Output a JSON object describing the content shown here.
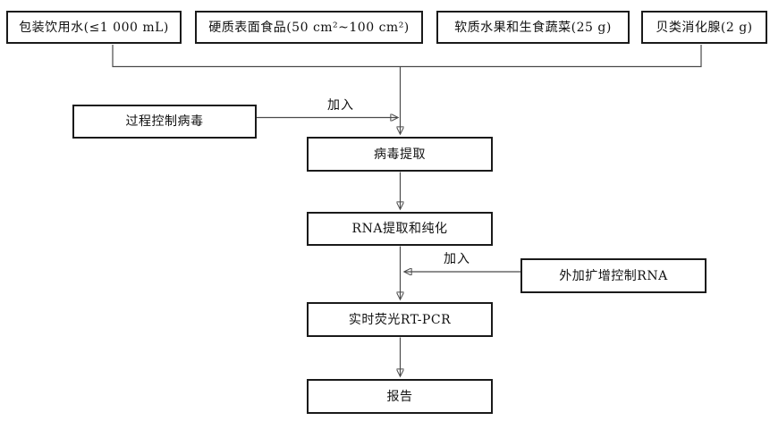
{
  "flow": {
    "samples": [
      {
        "label": "包装饮用水(≤1 000 mL)"
      },
      {
        "label": "硬质表面食品(50 cm²~100 cm²)"
      },
      {
        "label": "软质水果和生食蔬菜(25 g)"
      },
      {
        "label": "贝类消化腺(2 g)"
      }
    ],
    "process_control": {
      "label": "过程控制病毒"
    },
    "amplification_control": {
      "label": "外加扩增控制RNA"
    },
    "steps": [
      {
        "label": "病毒提取"
      },
      {
        "label": "RNA提取和纯化"
      },
      {
        "label": "实时荧光RT-PCR"
      },
      {
        "label": "报告"
      }
    ],
    "add_labels": [
      "加入",
      "加入"
    ],
    "colors": {
      "background": "#ffffff",
      "box_border": "#1a1a1a",
      "line": "#4a4a4a",
      "text": "#111111"
    }
  }
}
